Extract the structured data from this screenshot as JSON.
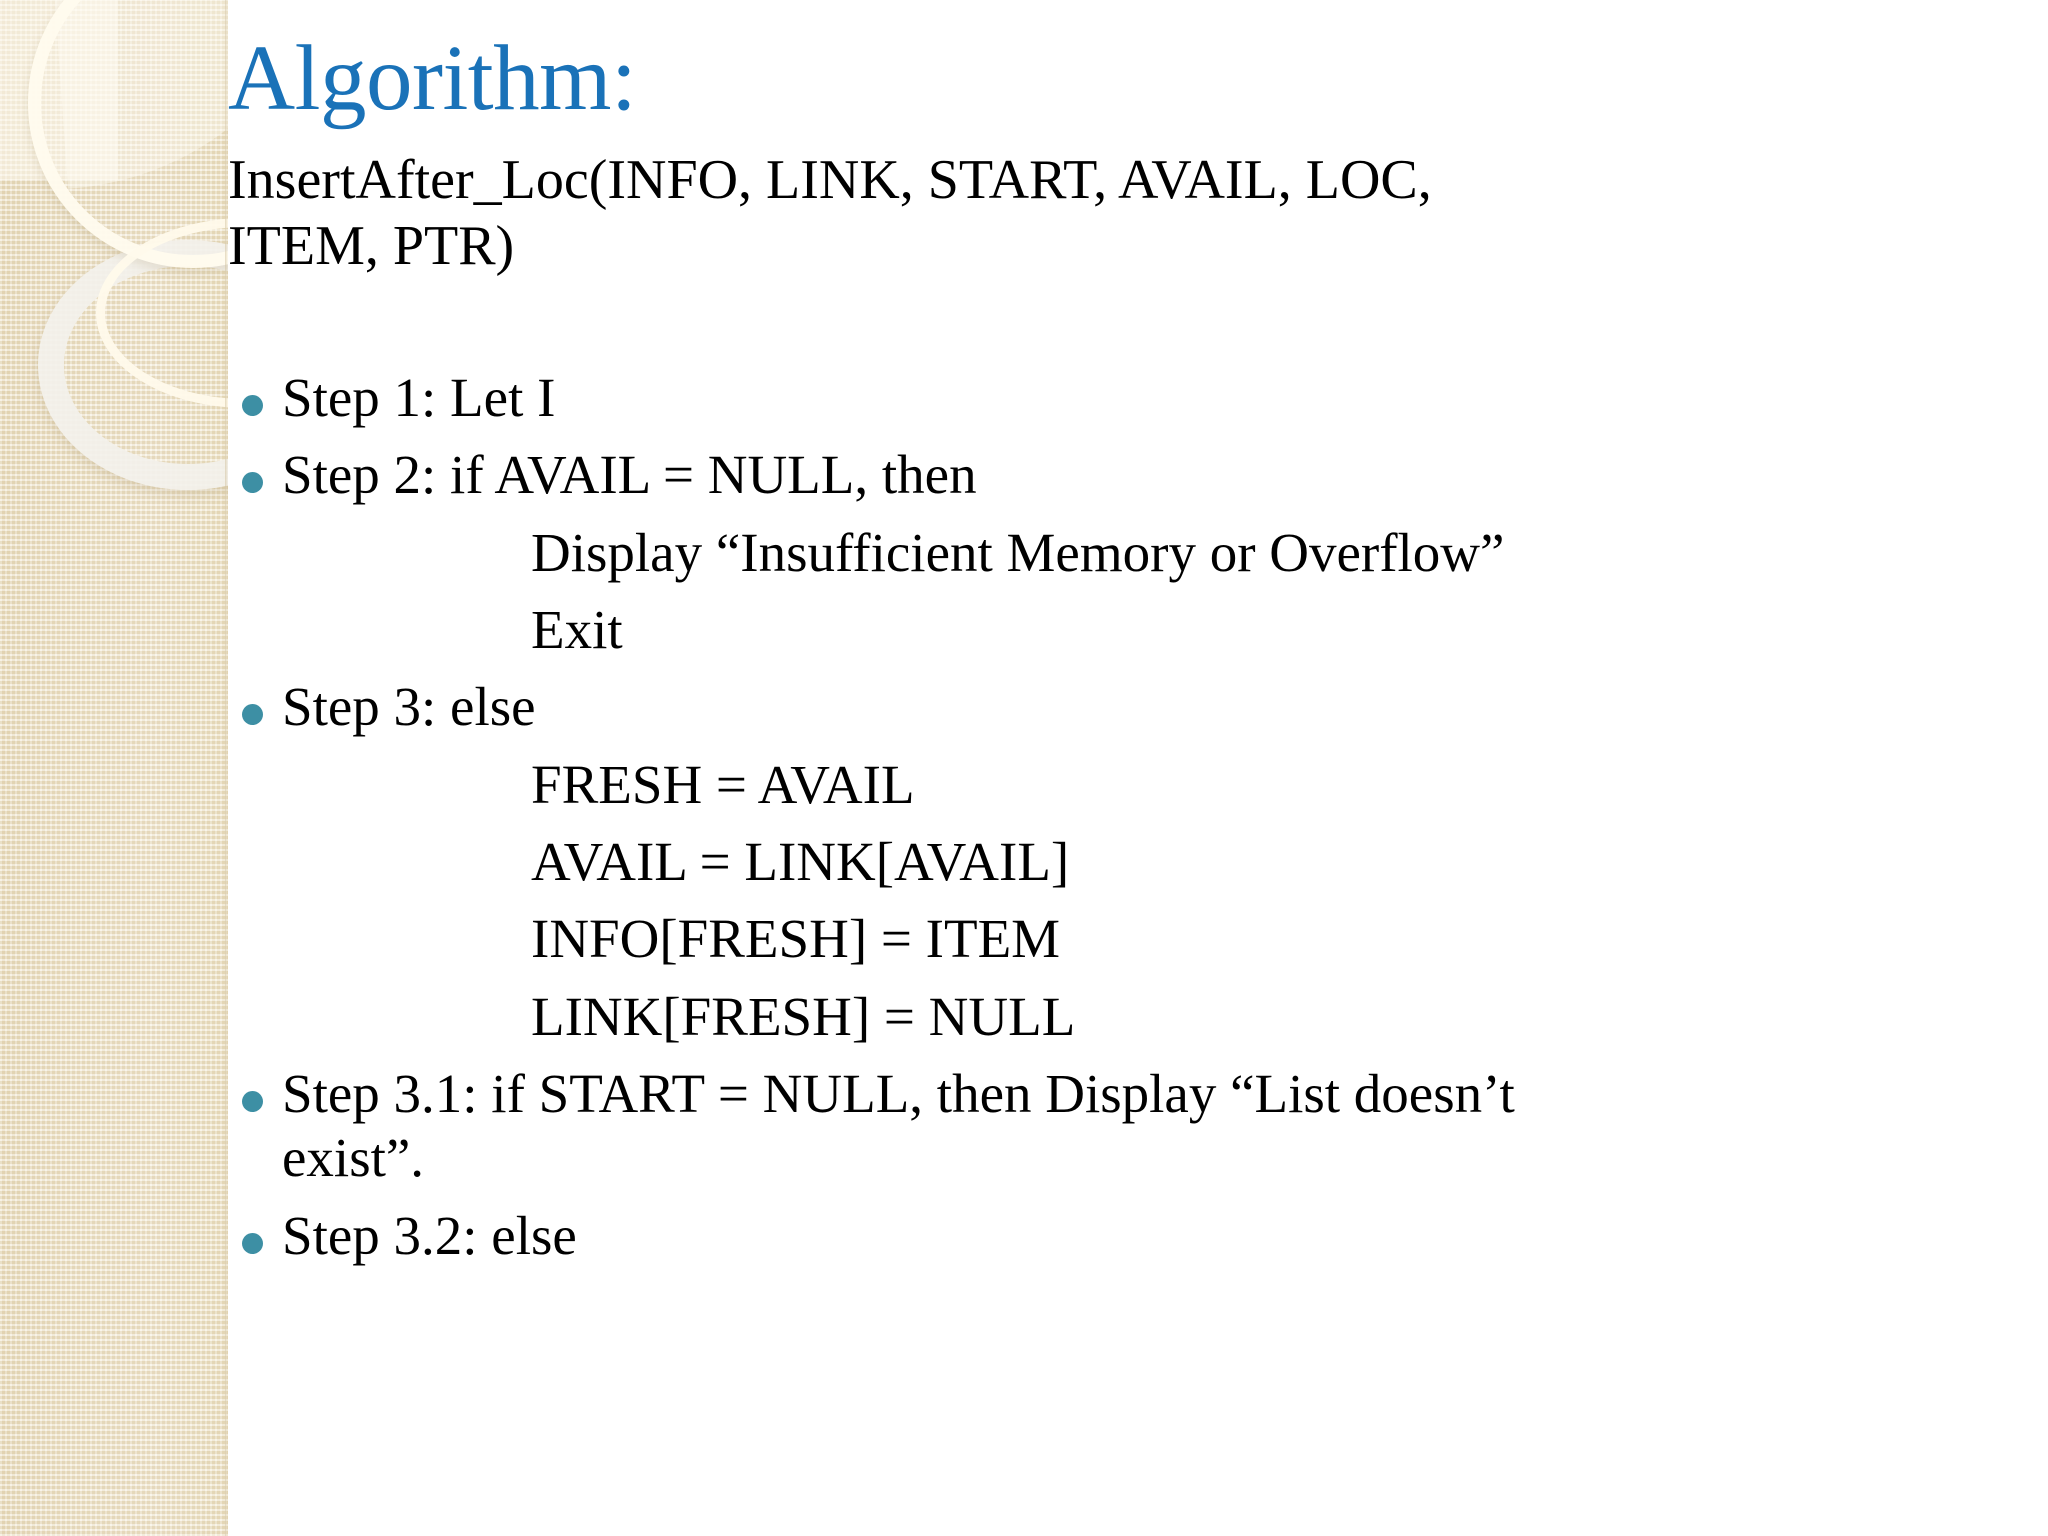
{
  "slide": {
    "title": "Algorithm:",
    "title_color": "#1a72b8",
    "bullet_color": "#3d8fa4",
    "background_color": "#ffffff",
    "sidebar_color": "#f0e6cd",
    "subtitle": "InsertAfter_Loc(INFO, LINK, START, AVAIL, LOC, ITEM, PTR)",
    "lines": [
      {
        "kind": "bullet",
        "text": "Step 1: Let I"
      },
      {
        "kind": "bullet",
        "text": "Step 2: if AVAIL = NULL, then"
      },
      {
        "kind": "indent",
        "text": "Display “Insufficient Memory or Overflow”"
      },
      {
        "kind": "indent",
        "text": "Exit"
      },
      {
        "kind": "bullet",
        "text": "Step 3: else"
      },
      {
        "kind": "indent",
        "text": "FRESH = AVAIL"
      },
      {
        "kind": "indent",
        "text": "AVAIL = LINK[AVAIL]"
      },
      {
        "kind": "indent",
        "text": "INFO[FRESH] = ITEM"
      },
      {
        "kind": "indent",
        "text": "LINK[FRESH] = NULL"
      },
      {
        "kind": "bullet",
        "text": "Step 3.1: if START = NULL, then Display “List doesn’t exist”."
      },
      {
        "kind": "bullet",
        "text": "Step 3.2: else"
      }
    ]
  },
  "decor": {
    "ring_large": "cream-ring",
    "ring_small": "grey-ring",
    "ring_thin": "thin-cream-ring"
  }
}
